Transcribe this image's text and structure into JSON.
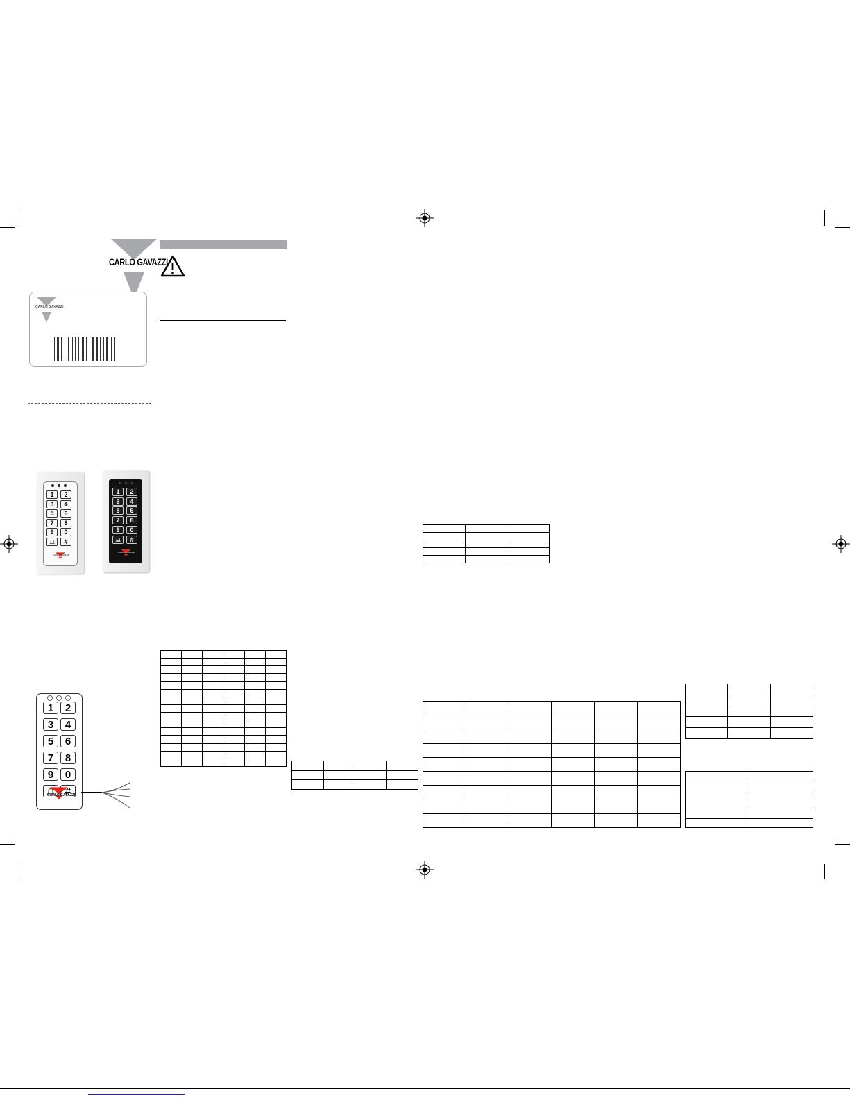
{
  "brand": {
    "logo_text": "CARLO GAVAZZI",
    "brand_red": "#e2231a",
    "logo_grey": "#a7a9ac"
  },
  "header_bar": {
    "color": "#a7a9ac"
  },
  "icons": {
    "warning": "warning-triangle-icon",
    "registration": "registration-mark-icon",
    "barcode": "barcode-icon"
  },
  "keypad": {
    "keys": [
      "1",
      "2",
      "3",
      "4",
      "5",
      "6",
      "7",
      "8",
      "9",
      "0",
      "#"
    ],
    "bell_icon": "bell-icon"
  },
  "tables": {
    "table_a": {
      "rows": 15,
      "cols": 6
    },
    "table_b": {
      "rows": 3,
      "cols": 4
    },
    "table_c": {
      "rows": 5,
      "cols": 3
    },
    "table_d": {
      "rows": 9,
      "cols": 6
    },
    "table_e": {
      "rows": 5,
      "cols": 3
    },
    "table_f": {
      "rows": 6,
      "cols": 2
    }
  }
}
